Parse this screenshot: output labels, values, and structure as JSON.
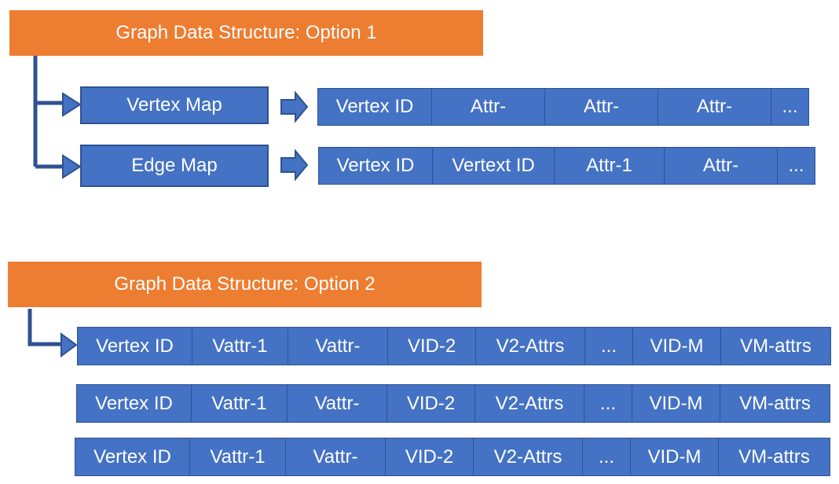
{
  "colors": {
    "header_fill": "#ED7D31",
    "box_fill": "#4472C4",
    "box_border": "#2F528F",
    "text": "#FFFFFF"
  },
  "option1": {
    "title": "Graph Data Structure: Option 1",
    "vertex_map": {
      "label": "Vertex Map",
      "fields": [
        "Vertex ID",
        "Attr-",
        "Attr-",
        "Attr-",
        "..."
      ]
    },
    "edge_map": {
      "label": "Edge Map",
      "fields": [
        "Vertex ID",
        "Vertext ID",
        "Attr-1",
        "Attr-",
        "..."
      ]
    }
  },
  "option2": {
    "title": "Graph Data Structure: Option 2",
    "rows": [
      [
        "Vertex ID",
        "Vattr-1",
        "Vattr-",
        "VID-2",
        "V2-Attrs",
        "...",
        "VID-M",
        "VM-attrs"
      ],
      [
        "Vertex ID",
        "Vattr-1",
        "Vattr-",
        "VID-2",
        "V2-Attrs",
        "...",
        "VID-M",
        "VM-attrs"
      ],
      [
        "Vertex ID",
        "Vattr-1",
        "Vattr-",
        "VID-2",
        "V2-Attrs",
        "...",
        "VID-M",
        "VM-attrs"
      ]
    ]
  }
}
